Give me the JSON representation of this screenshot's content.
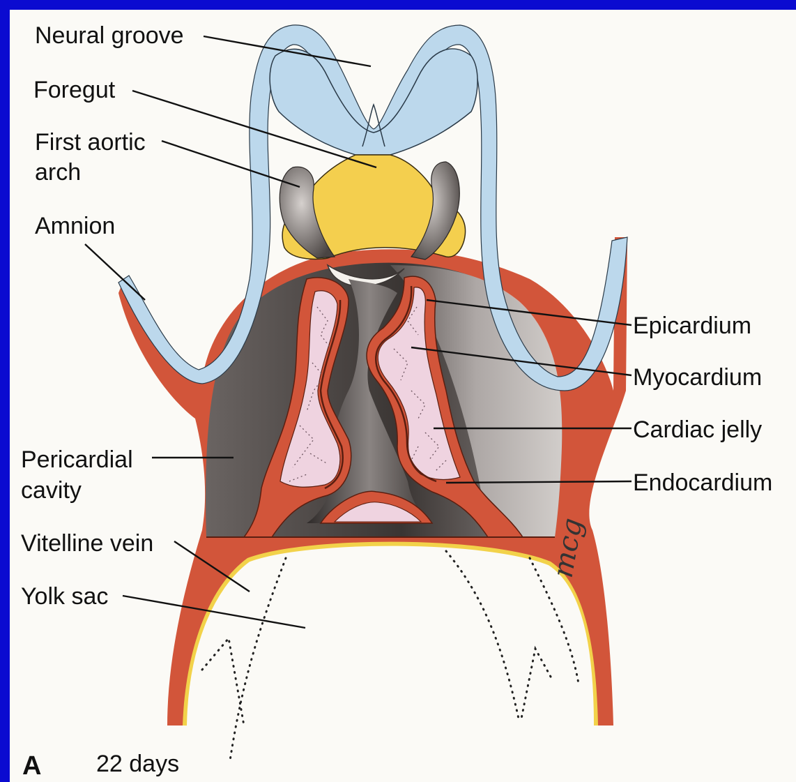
{
  "labels": {
    "neural_groove": "Neural groove",
    "foregut": "Foregut",
    "first_aortic_arch_line1": "First aortic",
    "first_aortic_arch_line2": "arch",
    "amnion": "Amnion",
    "pericardial_cavity_line1": "Pericardial",
    "pericardial_cavity_line2": "cavity",
    "vitelline_vein": "Vitelline vein",
    "yolk_sac": "Yolk sac",
    "epicardium": "Epicardium",
    "myocardium": "Myocardium",
    "cardiac_jelly": "Cardiac jelly",
    "endocardium": "Endocardium"
  },
  "panel": {
    "letter": "A",
    "caption": "22 days"
  },
  "signature": "mcg",
  "colors": {
    "frame_blue": "#0b0bd0",
    "paper": "#fbfaf6",
    "ectoderm_blue": "#bcd8ec",
    "foregut_yellow": "#f4cf4e",
    "mesoderm_red": "#d2553a",
    "cardiac_jelly_pink": "#efd3e0",
    "yolk_yellow": "#f2d24a",
    "cavity_gray": "#7a7472"
  }
}
